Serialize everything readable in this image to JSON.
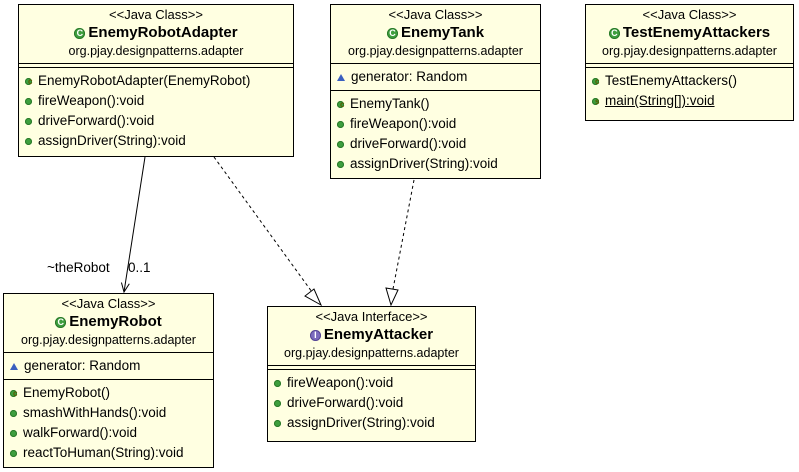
{
  "classes": {
    "robot_adapter": {
      "stereotype": "<<Java Class>>",
      "name": "EnemyRobotAdapter",
      "package": "org.pjay.designpatterns.adapter",
      "icon": "class-icon",
      "fields": [],
      "methods": [
        {
          "kind": "constructor",
          "text": "EnemyRobotAdapter(EnemyRobot)"
        },
        {
          "kind": "public",
          "text": "fireWeapon():void"
        },
        {
          "kind": "public",
          "text": "driveForward():void"
        },
        {
          "kind": "public",
          "text": "assignDriver(String):void"
        }
      ]
    },
    "enemy_tank": {
      "stereotype": "<<Java Class>>",
      "name": "EnemyTank",
      "package": "org.pjay.designpatterns.adapter",
      "icon": "class-icon",
      "fields": [
        {
          "kind": "package",
          "text": "generator: Random"
        }
      ],
      "methods": [
        {
          "kind": "constructor",
          "text": "EnemyTank()"
        },
        {
          "kind": "public",
          "text": "fireWeapon():void"
        },
        {
          "kind": "public",
          "text": "driveForward():void"
        },
        {
          "kind": "public",
          "text": "assignDriver(String):void"
        }
      ]
    },
    "test_attackers": {
      "stereotype": "<<Java Class>>",
      "name": "TestEnemyAttackers",
      "package": "org.pjay.designpatterns.adapter",
      "icon": "class-icon",
      "fields": [],
      "methods": [
        {
          "kind": "constructor",
          "text": "TestEnemyAttackers()"
        },
        {
          "kind": "static",
          "text": "main(String[]):void"
        }
      ]
    },
    "enemy_robot": {
      "stereotype": "<<Java Class>>",
      "name": "EnemyRobot",
      "package": "org.pjay.designpatterns.adapter",
      "icon": "class-icon",
      "fields": [
        {
          "kind": "package",
          "text": "generator: Random"
        }
      ],
      "methods": [
        {
          "kind": "constructor",
          "text": "EnemyRobot()"
        },
        {
          "kind": "public",
          "text": "smashWithHands():void"
        },
        {
          "kind": "public",
          "text": "walkForward():void"
        },
        {
          "kind": "public",
          "text": "reactToHuman(String):void"
        }
      ]
    },
    "enemy_attacker": {
      "stereotype": "<<Java Interface>>",
      "name": "EnemyAttacker",
      "package": "org.pjay.designpatterns.adapter",
      "icon": "interface-icon",
      "fields": [],
      "methods": [
        {
          "kind": "public",
          "text": "fireWeapon():void"
        },
        {
          "kind": "public",
          "text": "driveForward():void"
        },
        {
          "kind": "public",
          "text": "assignDriver(String):void"
        }
      ]
    }
  },
  "association": {
    "role": "~theRobot",
    "multiplicity": "0..1"
  },
  "colors": {
    "box_fill": "#ffffe1",
    "public_green": "#3e9e3e",
    "interface_purple": "#7b6bbd",
    "package_blue": "#3a5fbf"
  }
}
